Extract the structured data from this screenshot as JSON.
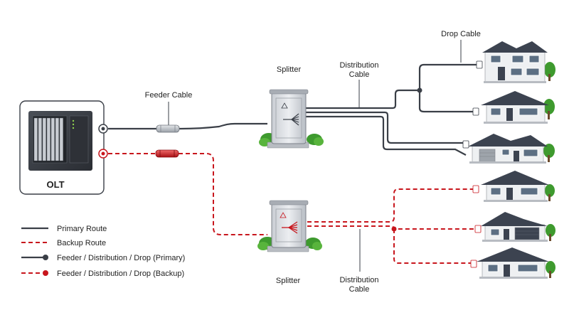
{
  "labels": {
    "olt": "OLT",
    "feeder_cable": "Feeder Cable",
    "splitter_top": "Splitter",
    "splitter_bottom": "Splitter",
    "distribution_top_line1": "Distribution",
    "distribution_top_line2": "Cable",
    "distribution_bottom_line1": "Distribution",
    "distribution_bottom_line2": "Cable",
    "drop_cable": "Drop Cable"
  },
  "legend": [
    {
      "label": "Primary Route",
      "style": "primary-line"
    },
    {
      "label": "Backup Route",
      "style": "backup-line"
    },
    {
      "label": "Feeder / Distribution / Drop (Primary)",
      "style": "primary-dot"
    },
    {
      "label": "Feeder / Distribution / Drop (Backup)",
      "style": "backup-dot"
    }
  ],
  "colors": {
    "primary": "#3a3f47",
    "backup": "#c8161d",
    "roof": "#3c4350",
    "wall": "#eef0f2",
    "tree": "#3e9a2e"
  }
}
